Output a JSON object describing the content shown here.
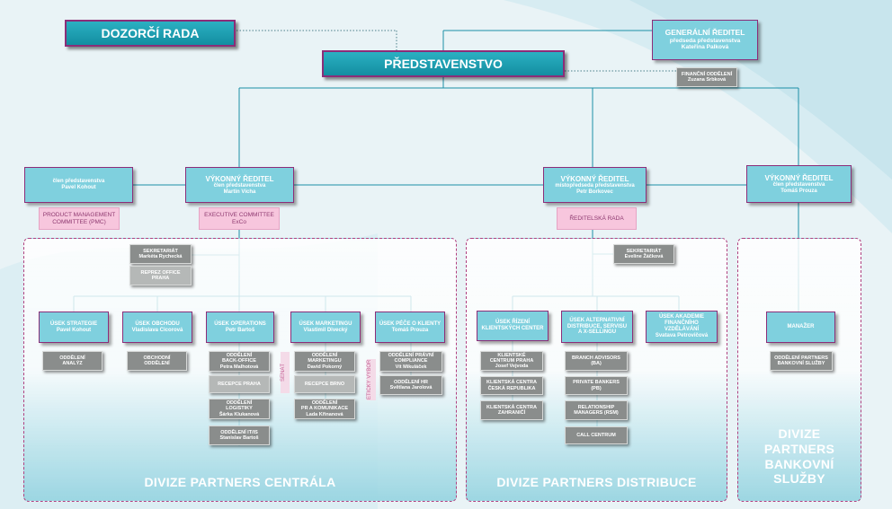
{
  "board": {
    "supervisory": "DOZORČÍ RADA",
    "management": "PŘEDSTAVENSTVO"
  },
  "ceo": {
    "title": "GENERÁLNÍ ŘEDITEL",
    "role": "předseda představenstva",
    "name": "Kateřina Palková"
  },
  "finance_dept": {
    "title": "FINANČNÍ ODDĚLENÍ",
    "name": "Zuzana Srbková"
  },
  "members": [
    {
      "title": "",
      "role": "člen představenstva",
      "name": "Pavel Kohout"
    },
    {
      "title": "VÝKONNÝ ŘEDITEL",
      "role": "člen představenstva",
      "name": "Martin Vícha"
    },
    {
      "title": "VÝKONNÝ ŘEDITEL",
      "role": "místopředseda představenstva",
      "name": "Petr Borkovec"
    },
    {
      "title": "VÝKONNÝ ŘEDITEL",
      "role": "člen představenstva",
      "name": "Tomáš Prouza"
    }
  ],
  "committees": {
    "pmc": {
      "line1": "PRODUCT MANAGEMENT",
      "line2": "COMMITTEE (PMC)"
    },
    "exco": {
      "line1": "EXECUTIVE COMMITTEE",
      "line2": "ExCo"
    },
    "directors_board": "ŘEDITELSKÁ RADA"
  },
  "centrala": {
    "title": "DIVIZE PARTNERS CENTRÁLA",
    "secretariat": {
      "title": "SEKRETARIÁT",
      "name": "Markéta Rychecká"
    },
    "reprez": "REPREZ OFFICE PRAHA",
    "units": [
      {
        "title": "ÚSEK STRATEGIE",
        "name": "Pavel Kohout"
      },
      {
        "title": "ÚSEK OBCHODU",
        "name": "Vladislava Cicorová"
      },
      {
        "title": "ÚSEK OPERATIONS",
        "name": "Petr Bartoš"
      },
      {
        "title": "ÚSEK MARKETINGU",
        "name": "Vlastimil Divecký"
      },
      {
        "title": "ÚSEK PÉČE O KLIENTY",
        "name": "Tomáš Prouza"
      }
    ],
    "depts": {
      "strategy": {
        "l1": "ODDĚLENÍ",
        "l2": "ANALÝZ"
      },
      "sales": {
        "l1": "OBCHODNÍ",
        "l2": "ODDĚLENÍ"
      },
      "ops1": {
        "l1": "ODDĚLENÍ",
        "l2": "BACK-OFFICE",
        "name": "Petra Malhotová"
      },
      "ops2": "RECEPCE PRAHA",
      "ops3": {
        "l1": "ODDĚLENÍ",
        "l2": "LOGISTIKY",
        "name": "Šárka Klukanová"
      },
      "ops4": {
        "l1": "ODDĚLENÍ IT/IS",
        "name": "Stanislav Bartoš"
      },
      "mkt1": {
        "l1": "ODDĚLENÍ",
        "l2": "MARKETINGU",
        "name": "David Pokorný"
      },
      "mkt2": "RECEPCE BRNO",
      "mkt3": {
        "l1": "ODDĚLENÍ",
        "l2": "PR A KOMUNIKACE",
        "name": "Lada Křinanová"
      },
      "care1": {
        "l1": "ODDĚLENÍ PRÁVNÍ",
        "l2": "COMPLIANCE",
        "name": "Vít Mikuláček"
      },
      "care2": {
        "l1": "ODDĚLENÍ HR",
        "name": "Světlana Jarolová"
      }
    },
    "senat": "SENÁT",
    "ethics": "ETICKÝ VÝBOR"
  },
  "distribuce": {
    "title": "DIVIZE PARTNERS DISTRIBUCE",
    "secretariat": {
      "title": "SEKRETARIÁT",
      "name": "Eveline Žáčková"
    },
    "units": [
      {
        "l1": "ÚSEK ŘÍZENÍ",
        "l2": "KLIENTSKÝCH CENTER",
        "l3": ""
      },
      {
        "l1": "ÚSEK ALTERNATIVNÍ",
        "l2": "DISTRIBUCE, SERVISU",
        "l3": "A X-SELLINGU"
      },
      {
        "l1": "ÚSEK AKADEMIE",
        "l2": "FINANČNÍHO",
        "l3": "VZDĚLÁVÁNÍ",
        "name": "Svatava Petrovičová"
      }
    ],
    "centers": [
      {
        "l1": "KLIENTSKÉ",
        "l2": "CENTRUM PRAHA",
        "name": "Josef Vejvoda"
      },
      {
        "l1": "KLIENTSKÁ CENTRA",
        "l2": "ČESKÁ REPUBLIKA"
      },
      {
        "l1": "KLIENTSKÁ CENTRA",
        "l2": "ZAHRANIČÍ"
      }
    ],
    "alt": [
      {
        "l1": "BRANCH ADVISORS",
        "l2": "(BA)"
      },
      {
        "l1": "PRIVATE BANKERS",
        "l2": "(PB)"
      },
      {
        "l1": "RELATIONSHIP",
        "l2": "MANAGERS (RSM)"
      },
      {
        "l1": "CALL CENTRUM",
        "l2": ""
      }
    ]
  },
  "bankovni": {
    "title": "DIVIZE PARTNERS BANKOVNÍ SLUŽBY",
    "manager": "MANAŽER",
    "dept": {
      "l1": "ODDĚLENÍ PARTNERS",
      "l2": "BANKOVNÍ SLUŽBY"
    }
  }
}
